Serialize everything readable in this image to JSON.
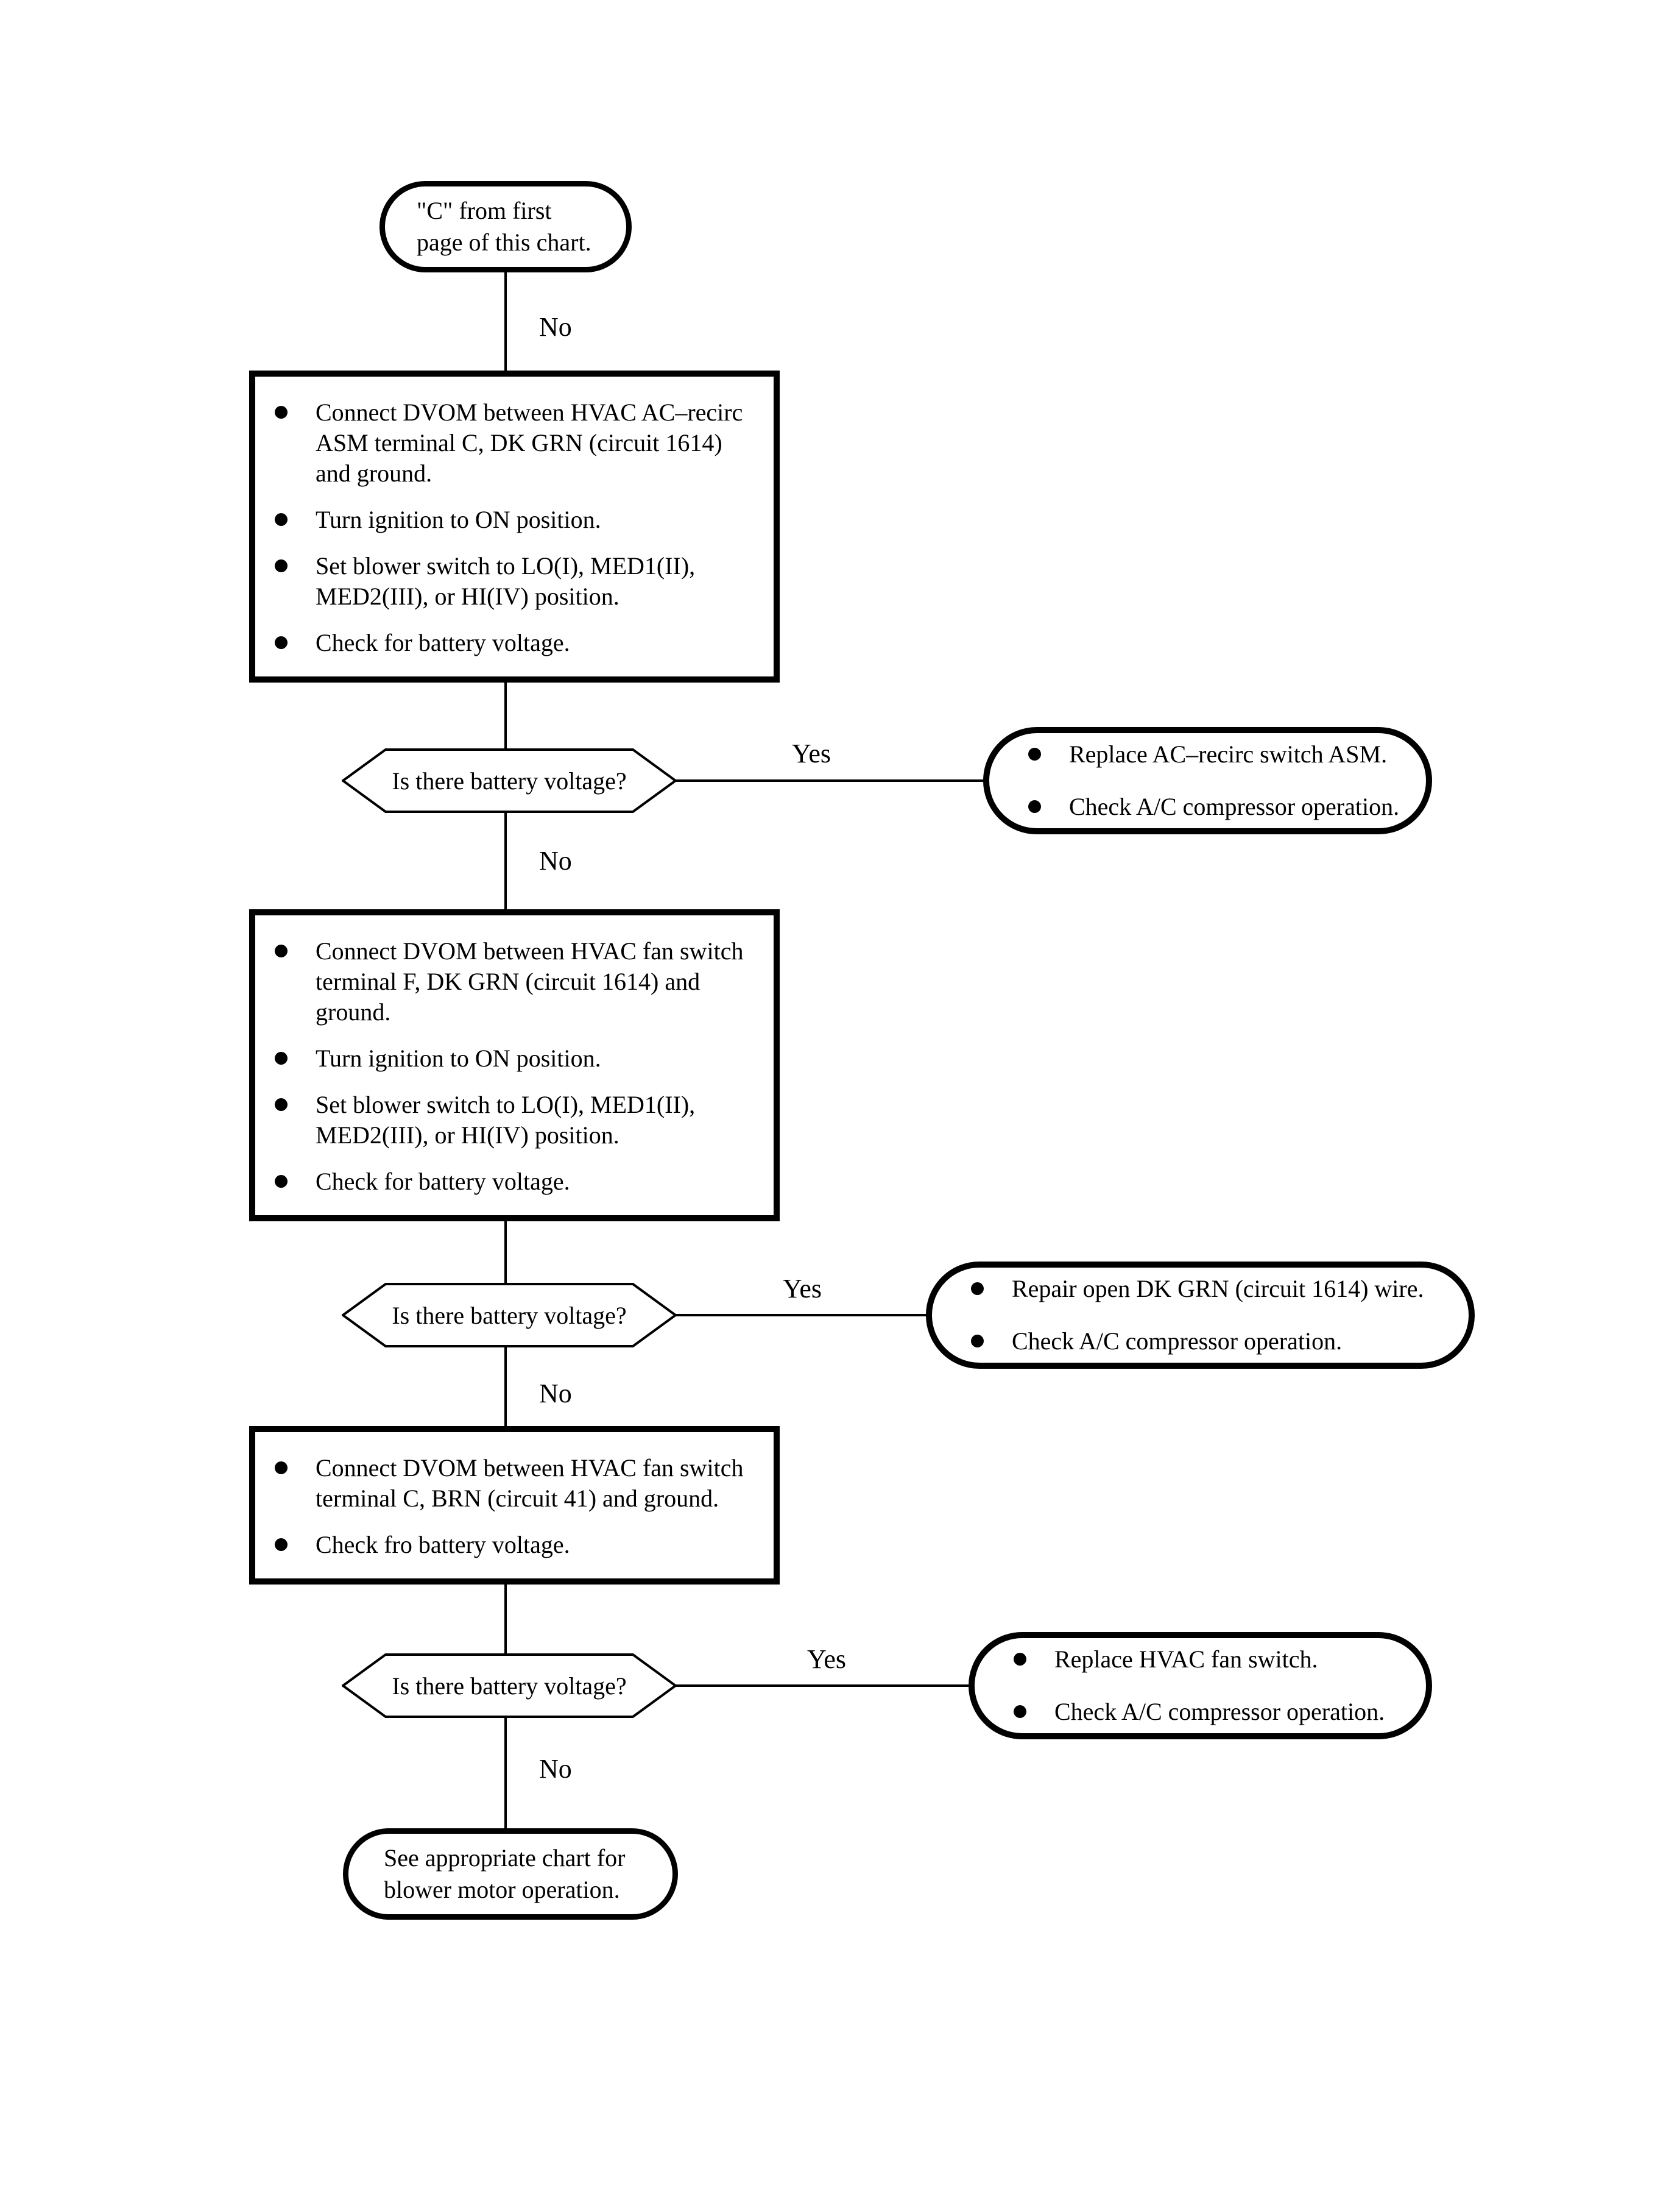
{
  "diagram": {
    "start": {
      "text": "\"C\" from first\npage of this chart."
    },
    "labels": {
      "no": "No",
      "yes": "Yes"
    },
    "steps": [
      {
        "action": {
          "items": [
            "Connect DVOM between HVAC AC–recirc\nASM terminal C, DK GRN (circuit 1614)\nand ground.",
            "Turn ignition to ON position.",
            "Set blower switch to LO(I), MED1(II),\nMED2(III), or HI(IV) position.",
            "Check for battery voltage."
          ]
        },
        "decision": {
          "question": "Is there battery voltage?"
        },
        "result": {
          "items": [
            "Replace AC–recirc switch ASM.",
            "Check A/C compressor operation."
          ]
        }
      },
      {
        "action": {
          "items": [
            "Connect DVOM between HVAC fan switch\nterminal F, DK GRN (circuit 1614) and\nground.",
            "Turn ignition to ON position.",
            "Set blower switch to LO(I), MED1(II),\nMED2(III), or HI(IV) position.",
            "Check for battery voltage."
          ]
        },
        "decision": {
          "question": "Is there battery voltage?"
        },
        "result": {
          "items": [
            "Repair open DK GRN (circuit 1614) wire.",
            "Check A/C compressor operation."
          ]
        }
      },
      {
        "action": {
          "items": [
            "Connect DVOM between HVAC fan switch\nterminal C, BRN (circuit 41) and ground.",
            "Check fro battery voltage."
          ]
        },
        "decision": {
          "question": "Is there battery voltage?"
        },
        "result": {
          "items": [
            "Replace HVAC fan switch.",
            "Check A/C compressor operation."
          ]
        }
      }
    ],
    "end": {
      "text": "See appropriate chart for\nblower motor operation."
    }
  }
}
